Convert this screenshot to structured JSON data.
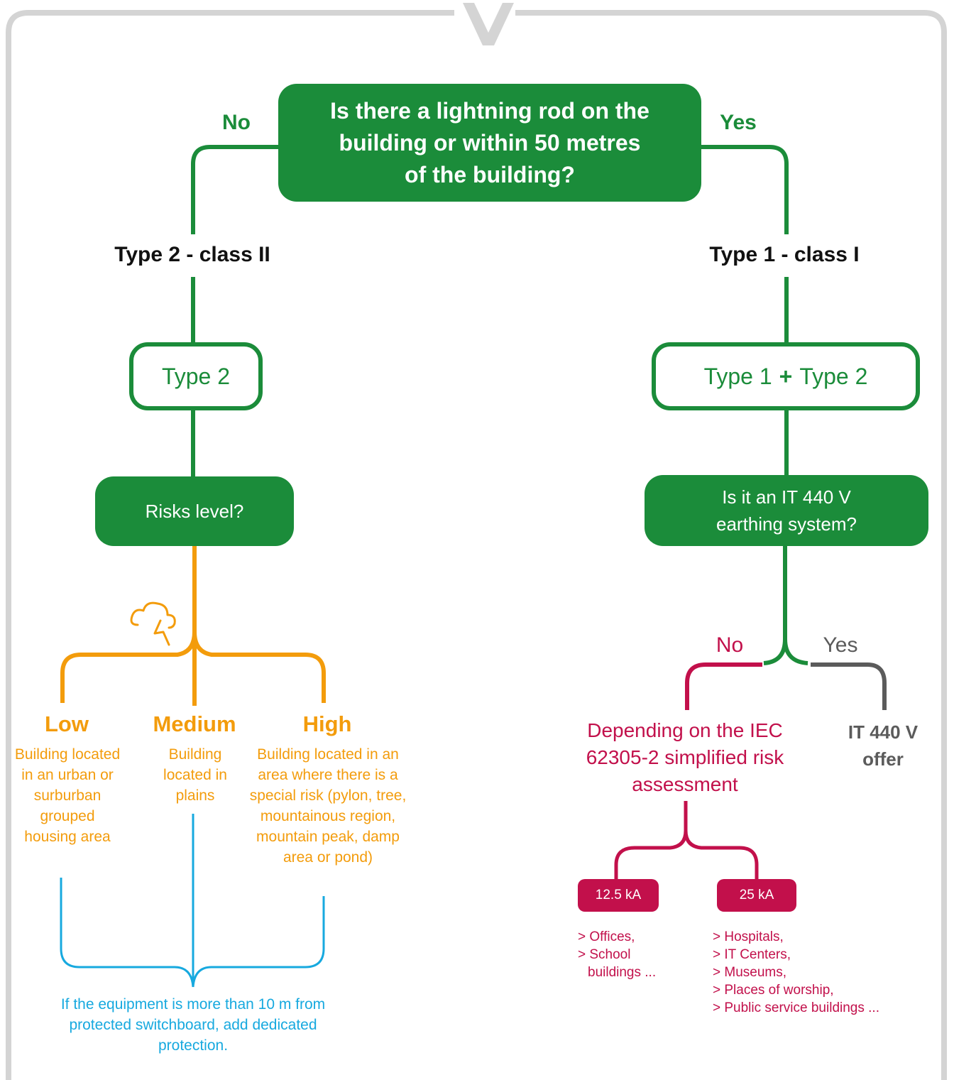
{
  "question_main": "Is there a lightning rod on the building or within 50 metres of the building?",
  "branch_no": "No",
  "branch_yes": "Yes",
  "left": {
    "type_heading": "Type 2 - class II",
    "type_box": "Type 2",
    "risk_question": "Risks level?",
    "levels": [
      {
        "title": "Low",
        "desc": "Building located in an urban or surburban grouped housing area"
      },
      {
        "title": "Medium",
        "desc": "Building located in plains"
      },
      {
        "title": "High",
        "desc": "Building located in an area where there is a special risk (pylon, tree, mountainous region, mountain peak, damp area or pond)"
      }
    ],
    "note": "If the equipment is more than 10 m from protected switchboard, add dedicated protection."
  },
  "right": {
    "type_heading": "Type 1 - class I",
    "type_box_a": "Type 1",
    "type_box_plus": "+",
    "type_box_b": "Type 2",
    "it_question": "Is it an IT 440 V earthing system?",
    "no_label": "No",
    "yes_label": "Yes",
    "depending": "Depending on the IEC 62305-2 simplified risk assessment",
    "offer": "IT 440 V offer",
    "ratings": [
      {
        "value": "12.5 kA",
        "items": [
          "> Offices,",
          "> School",
          "buildings ..."
        ]
      },
      {
        "value": "25 kA",
        "items": [
          "> Hospitals,",
          "> IT Centers,",
          "> Museums,",
          "> Places of worship,",
          "> Public service buildings ..."
        ]
      }
    ]
  },
  "colors": {
    "green": "#1b8c3a",
    "orange": "#f39c0c",
    "cyan": "#17a9df",
    "red": "#c2104b",
    "grey": "#5b5b5b",
    "frame": "#d4d4d4"
  },
  "icons": [
    "chevron-down-icon",
    "storm-cloud-icon"
  ]
}
